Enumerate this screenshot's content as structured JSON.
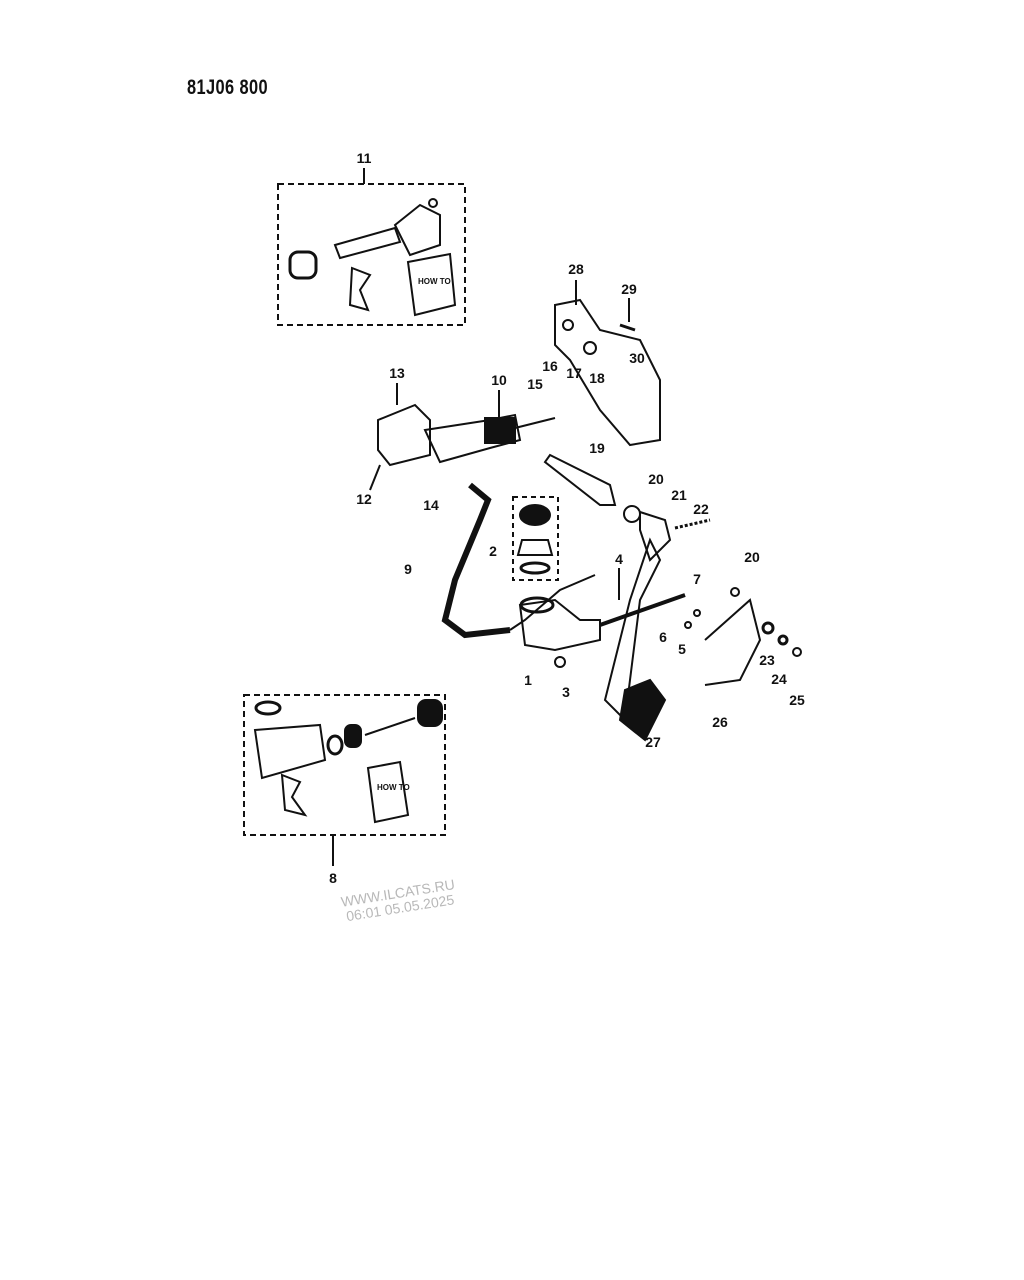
{
  "diagram_code": "81J06 800",
  "callouts": [
    "11",
    "28",
    "29",
    "30",
    "13",
    "10",
    "16",
    "17",
    "18",
    "15",
    "19",
    "12",
    "14",
    "20",
    "21",
    "22",
    "2",
    "9",
    "4",
    "7",
    "20",
    "6",
    "5",
    "23",
    "1",
    "3",
    "24",
    "25",
    "26",
    "27",
    "8"
  ],
  "kit_labels": {
    "upper_booklet": "HOW TO",
    "lower_booklet": "HOW TO"
  },
  "watermark": {
    "line1": "WWW.ILCATS.RU",
    "line2": "06:01 05.05.2025"
  }
}
